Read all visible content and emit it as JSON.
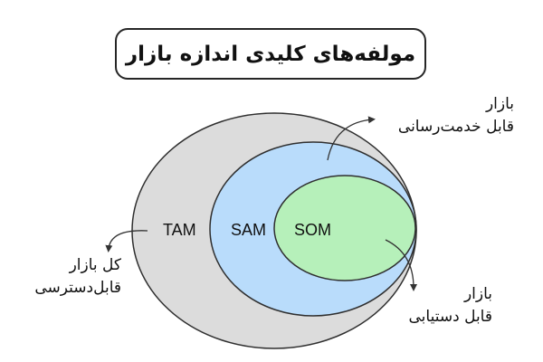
{
  "title": "مولفه‌های کلیدی اندازه بازار",
  "circles": {
    "tam": {
      "label": "TAM",
      "color": "#dcdcdc"
    },
    "sam": {
      "label": "SAM",
      "color": "#b9dcfb"
    },
    "som": {
      "label": "SOM",
      "color": "#b6f0ba"
    }
  },
  "annotations": {
    "serviceable": {
      "line1": "بازار",
      "line2": "قابل خدمت‌رسانی"
    },
    "total": {
      "line1": "کل بازار",
      "line2": "قابل‌دسترسی"
    },
    "obtainable": {
      "line1": "بازار",
      "line2": "قابل دستیابی"
    }
  }
}
